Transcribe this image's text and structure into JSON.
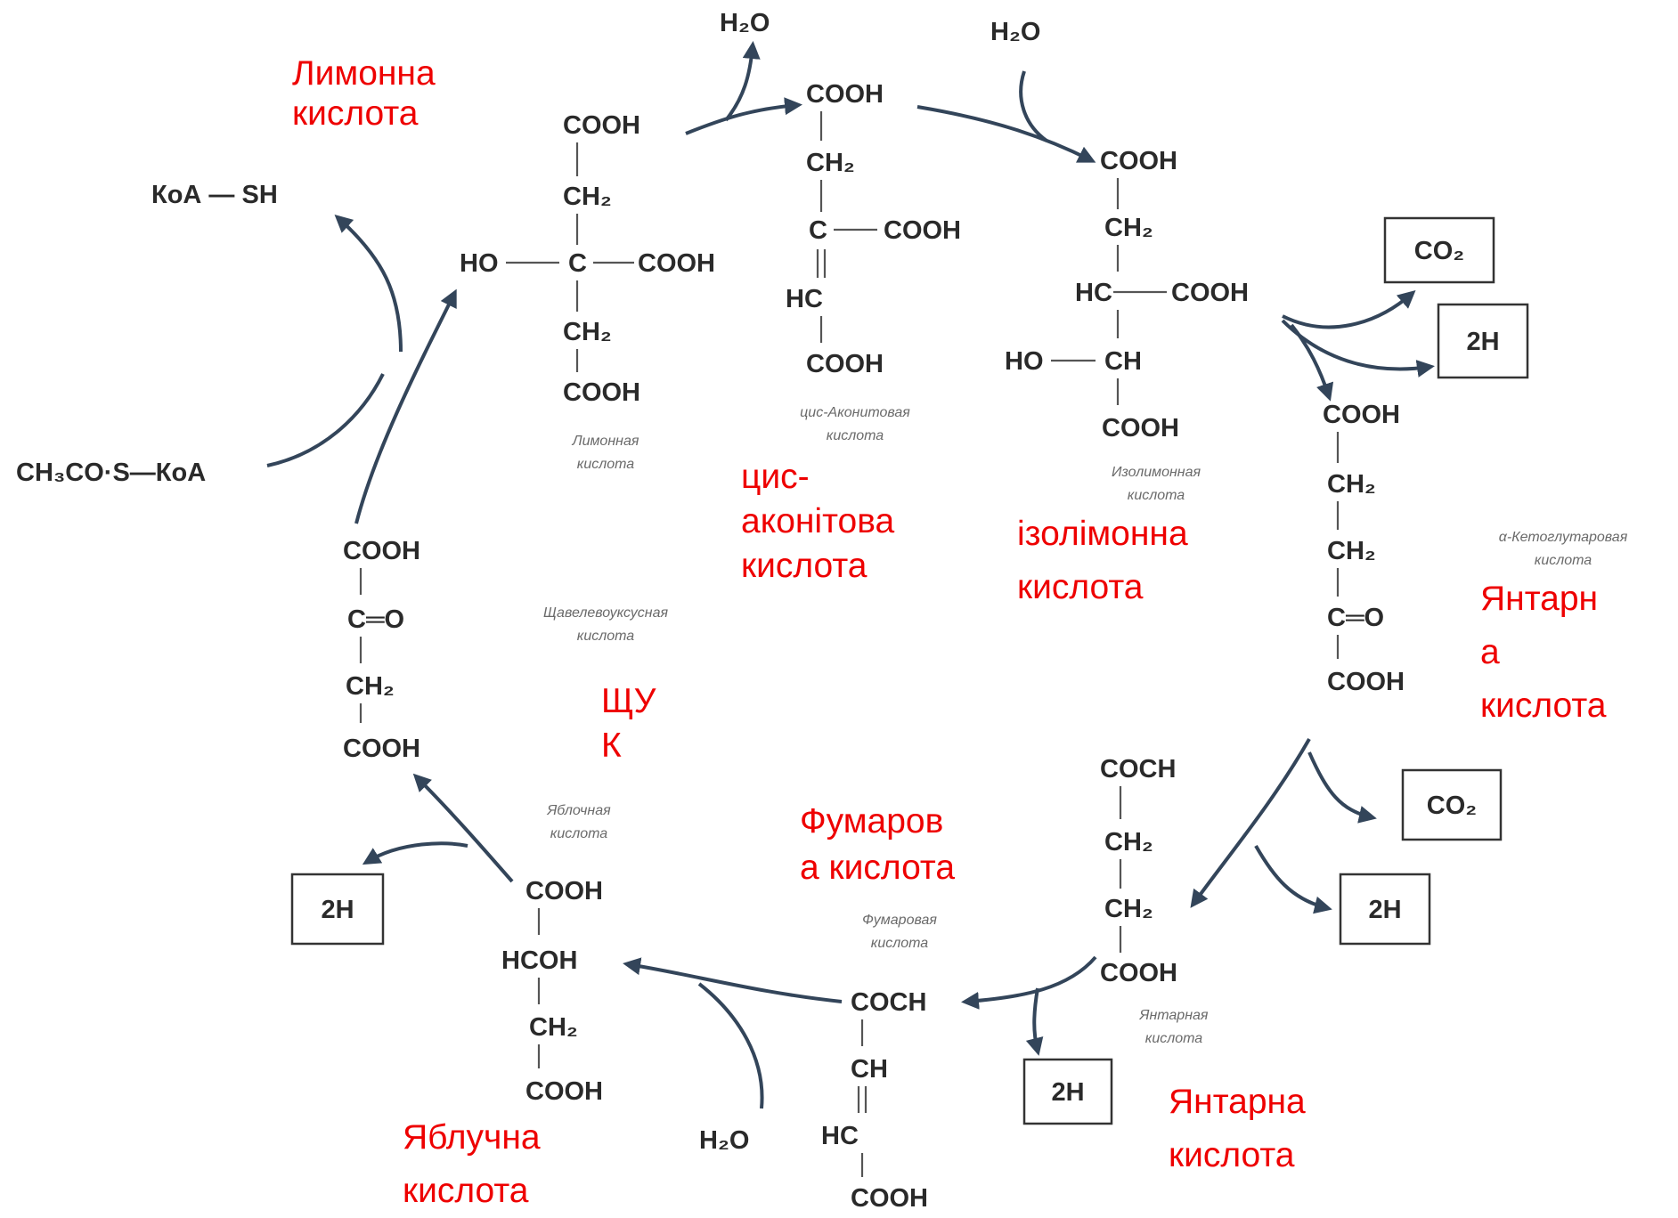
{
  "citrate": {
    "cooh_top": "COOH",
    "ch2_top": "CH₂",
    "ho": "HO",
    "c": "C",
    "cooh_mid": "COOH",
    "ch2_bot": "CH₂",
    "cooh_bot": "COOH",
    "name_rus": [
      "Лимонная",
      "кислота"
    ],
    "name_ukr": [
      "Лимонна",
      "кислота"
    ]
  },
  "cis_aconitate": {
    "cooh_top": "COOH",
    "ch2": "CH₂",
    "c": "C",
    "cooh_side": "COOH",
    "hc": "HC",
    "cooh_bot": "COOH",
    "name_rus": [
      "цис-Аконитовая",
      "кислота"
    ],
    "name_ukr": [
      "цис-",
      "аконітова",
      "кислота"
    ]
  },
  "isocitrate": {
    "cooh_top": "COOH",
    "ch2": "CH₂",
    "hc": "HC",
    "cooh_side": "COOH",
    "ho": "HO",
    "ch": "CH",
    "cooh_bot": "COOH",
    "name_rus": [
      "Изолимонная",
      "кислота"
    ],
    "name_ukr": [
      "ізолімонна",
      "кислота"
    ]
  },
  "alpha_ketoglutarate": {
    "cooh_top": "COOH",
    "ch2_a": "CH₂",
    "ch2_b": "CH₂",
    "c_o": "C═O",
    "cooh_bot": "COOH",
    "name_rus": [
      "α-Кетоглутаровая",
      "кислота"
    ],
    "name_ukr": [
      "Янтарн",
      "а",
      "кислота"
    ]
  },
  "succinate": {
    "cooh_top": "COCH",
    "ch2_a": "CH₂",
    "ch2_b": "CH₂",
    "cooh_bot": "COOH",
    "name_rus": [
      "Янтарная",
      "кислота"
    ],
    "name_ukr": [
      "Янтарна",
      "кислота"
    ]
  },
  "fumarate": {
    "cooh_top": "COCH",
    "ch": "CH",
    "hc": "HC",
    "cooh_bot": "COOH",
    "name_rus": [
      "Фумаровая",
      "кислота"
    ],
    "name_ukr": [
      "Фумаров",
      "а кислота"
    ]
  },
  "malate": {
    "cooh_top": "COOH",
    "hcoh": "HCOH",
    "ch2": "CH₂",
    "cooh_bot": "COOH",
    "name_rus": [
      "Яблочная",
      "кислота"
    ],
    "name_ukr": [
      "Яблучна",
      "кислота"
    ]
  },
  "oxaloacetate": {
    "cooh_top": "COOH",
    "c_o": "C═O",
    "ch2": "CH₂",
    "cooh_bot": "COOH",
    "name_rus": [
      "Щавелевоуксусная",
      "кислота"
    ],
    "name_ukr": [
      "ЩУ",
      "К"
    ]
  },
  "reagents": {
    "h2o_top": "H₂O",
    "h2o_right": "H₂O",
    "h2o_bottom": "H₂O",
    "coa_sh": "КоА — SH",
    "acetyl_coa": "CH₃CO·S—КоА"
  },
  "boxes": {
    "co2_top": "CO₂",
    "h2_top": "2H",
    "co2_mid": "CO₂",
    "h2_mid": "2H",
    "h2_succ": "2H",
    "h2_malate": "2H"
  }
}
